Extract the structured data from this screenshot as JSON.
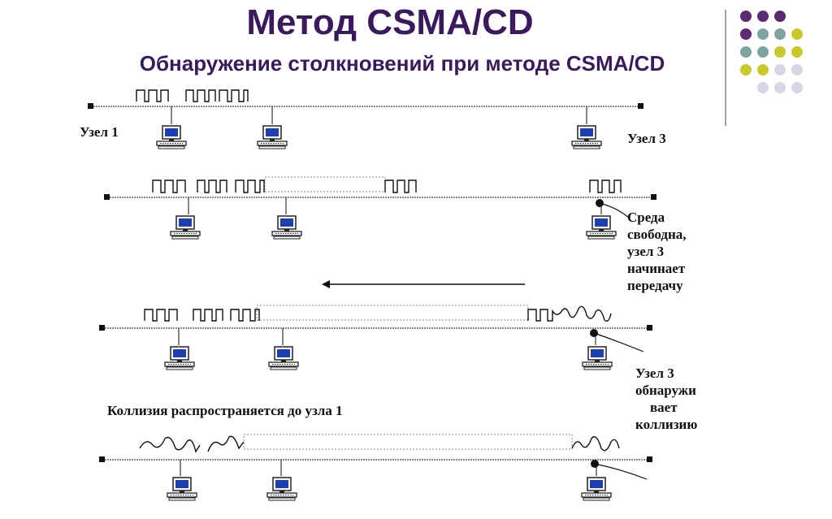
{
  "slide": {
    "title": "Метод CSMA/CD",
    "subtitle": "Обнаружение столкновений при методе CSMA/CD"
  },
  "labels": {
    "node1": "Узел 1",
    "node3": "Узел 3",
    "medium_free": [
      "Среда",
      "свободна,",
      "узел 3",
      "начинает",
      "передачу"
    ],
    "detects": [
      "Узел 3",
      "обнаружи",
      "вает",
      "коллизию"
    ],
    "collision_spreads": "Коллизия распространяется до узла 1"
  },
  "colors": {
    "title": "#3a1a5c",
    "dot_purple": "#5b2a72",
    "dot_teal": "#7fa3a0",
    "dot_yellow": "#c9c92a",
    "dot_lavender": "#d8d6e4",
    "monitor_screen": "#1e3fb3",
    "bus_line": "#444444"
  },
  "icons": [
    "computer-icon",
    "arrow-left-icon",
    "pulse-signal-icon",
    "collision-signal-icon"
  ]
}
